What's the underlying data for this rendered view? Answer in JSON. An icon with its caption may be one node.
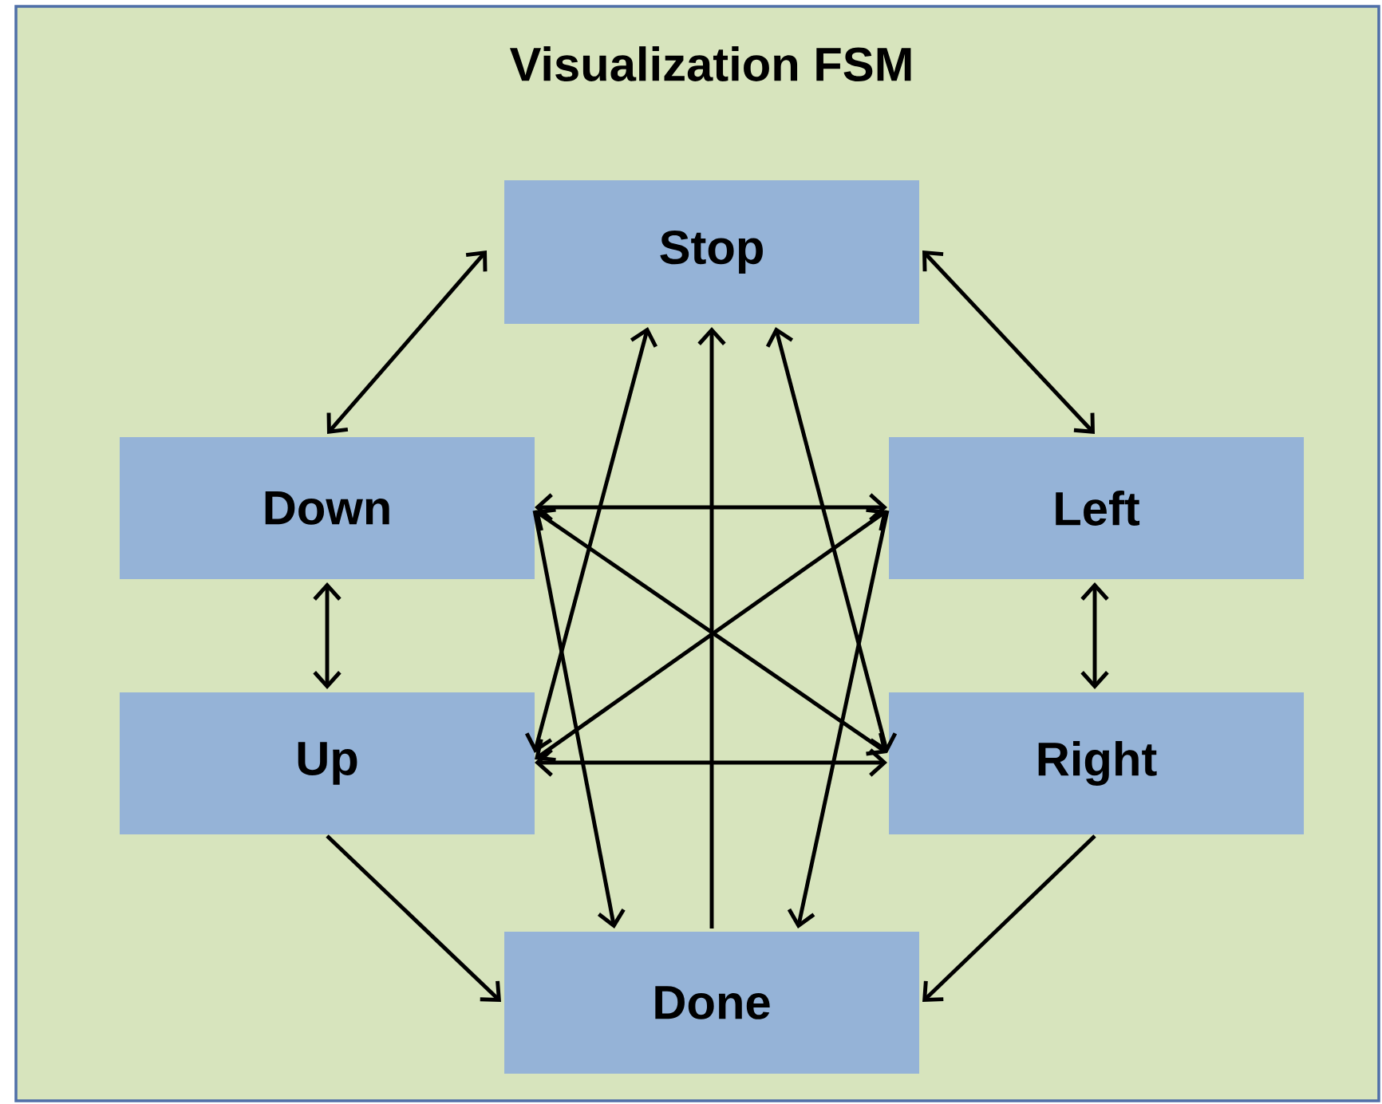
{
  "diagram": {
    "title": "Visualization FSM",
    "nodes": [
      {
        "text": [
          "Stop"
        ]
      },
      {
        "text": [
          "Down"
        ]
      },
      {
        "text": [
          "Left"
        ]
      },
      {
        "text": [
          "Up"
        ]
      },
      {
        "text": [
          "Right"
        ]
      },
      {
        "text": [
          "Done"
        ]
      }
    ],
    "edges": [
      {
        "from": 0,
        "to": 1,
        "arrow": "both"
      },
      {
        "from": 0,
        "to": 2,
        "arrow": "both"
      },
      {
        "from": 1,
        "to": 3,
        "arrow": "both"
      },
      {
        "from": 2,
        "to": 4,
        "arrow": "both"
      },
      {
        "from": 3,
        "to": 5,
        "arrow": "to"
      },
      {
        "from": 4,
        "to": 5,
        "arrow": "to"
      },
      {
        "from": 5,
        "to": 0,
        "arrow": "to"
      },
      {
        "from": 3,
        "to": 0,
        "arrow": "both"
      },
      {
        "from": 4,
        "to": 0,
        "arrow": "both"
      },
      {
        "from": 1,
        "to": 5,
        "arrow": "to"
      },
      {
        "from": 2,
        "to": 5,
        "arrow": "to"
      },
      {
        "from": 1,
        "to": 2,
        "arrow": "both"
      },
      {
        "from": 3,
        "to": 4,
        "arrow": "both"
      },
      {
        "from": 1,
        "to": 4,
        "arrow": "both"
      },
      {
        "from": 3,
        "to": 2,
        "arrow": "both"
      }
    ]
  }
}
